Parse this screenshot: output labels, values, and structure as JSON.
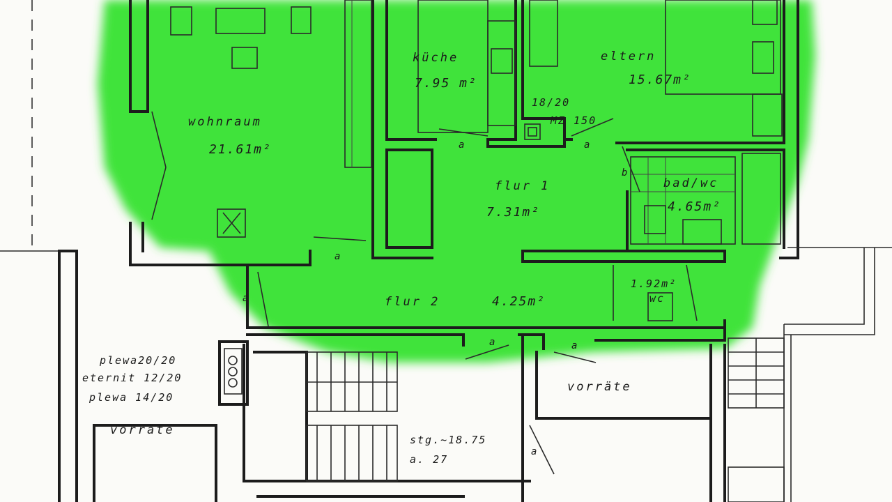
{
  "colors": {
    "highlight": "#3fe33a",
    "ink": "#1c1c1c",
    "paper": "#fbfbf8"
  },
  "rooms": {
    "wohnraum": {
      "name": "wohnraum",
      "area": "21.61m²"
    },
    "kueche": {
      "name": "küche",
      "area": "7.95 m²"
    },
    "eltern": {
      "name": "eltern",
      "area": "15.67m²"
    },
    "flur1": {
      "name": "flur 1",
      "area": "7.31m²"
    },
    "bad": {
      "name": "bad/wc",
      "area": "4.65m²"
    },
    "flur2": {
      "name": "flur 2",
      "area": "4.25m²"
    },
    "wc": {
      "name": "wc",
      "area": "1.92m²"
    },
    "vorraete_right": {
      "name": "vorräte"
    },
    "vorraete_left": {
      "name": "vorräte"
    },
    "stairs": {
      "line1": "stg.~18.75",
      "line2": "a. 27"
    }
  },
  "annotations": {
    "chimney": "18/20",
    "mz": "MZ 150",
    "wall_notes": [
      "plewa20/20",
      "eternit 12/20",
      "plewa 14/20"
    ]
  },
  "door_marks": [
    "a",
    "a",
    "a",
    "a",
    "a",
    "a",
    "b",
    "a"
  ]
}
